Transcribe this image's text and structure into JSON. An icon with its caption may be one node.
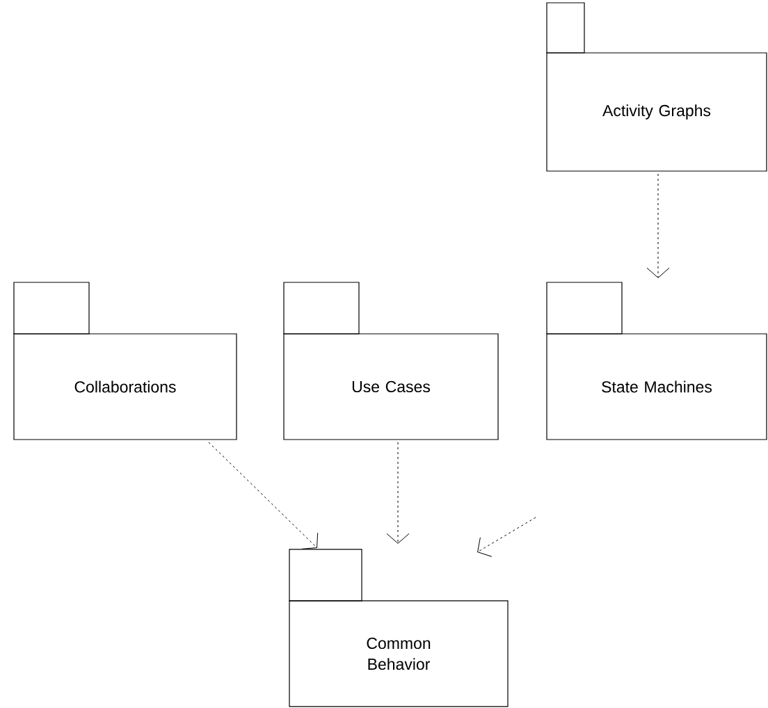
{
  "diagram": {
    "nodes": [
      {
        "text": [
          "Activity Graphs"
        ]
      },
      {
        "text": [
          "Collaborations"
        ]
      },
      {
        "text": [
          "Use Cases"
        ]
      },
      {
        "text": [
          "State Machines"
        ]
      },
      {
        "text": [
          "Common Behavior"
        ]
      }
    ],
    "edges": [
      {
        "from": 0,
        "to": 3,
        "arrow": "to",
        "style": "dashed"
      },
      {
        "from": 1,
        "to": 4,
        "arrow": "to",
        "style": "dashed"
      },
      {
        "from": 2,
        "to": 4,
        "arrow": "to",
        "style": "dashed"
      },
      {
        "from": 3,
        "to": 4,
        "arrow": "to",
        "style": "dashed"
      }
    ]
  }
}
